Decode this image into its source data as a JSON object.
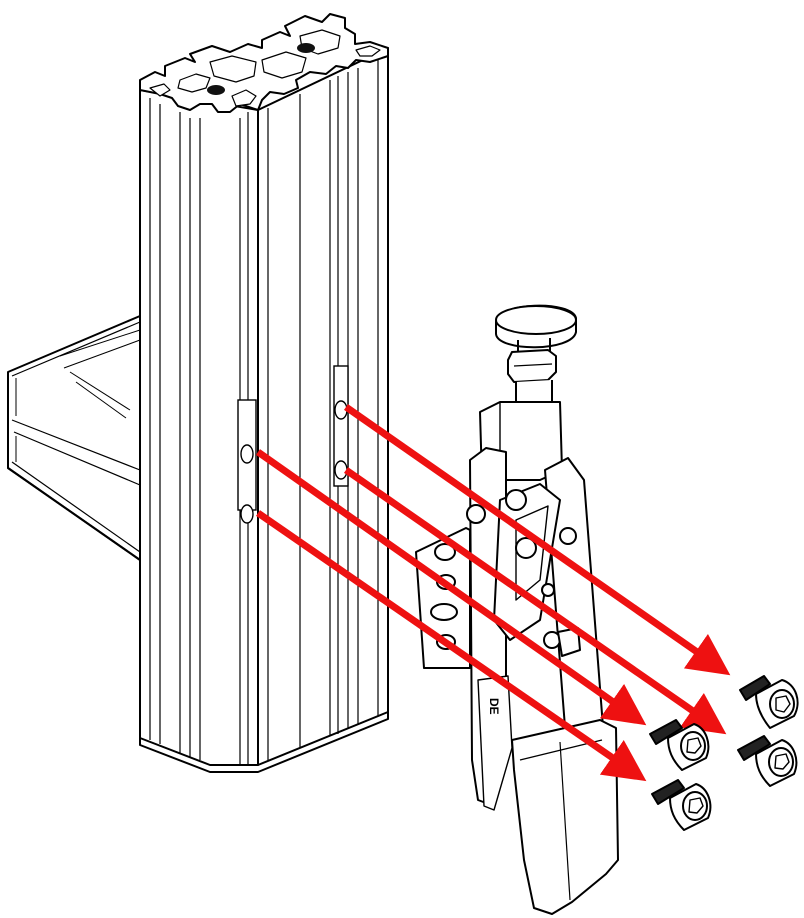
{
  "figure": {
    "kind": "exploded assembly illustration",
    "components": {
      "profile": "vertical-aluminum-profile",
      "cross_profile": "horizontal-aluminum-profile",
      "clamp": "push-pull-toggle-clamp",
      "bolts": "socket-head-cap-screw"
    },
    "bolt_count": 4,
    "arrow_count": 4,
    "clamp_marking": "DE"
  },
  "colors": {
    "line": "#000000",
    "fill": "#ffffff",
    "shade": "#d9d9d9",
    "arrow": "#ee1111",
    "hole": "#111111"
  }
}
